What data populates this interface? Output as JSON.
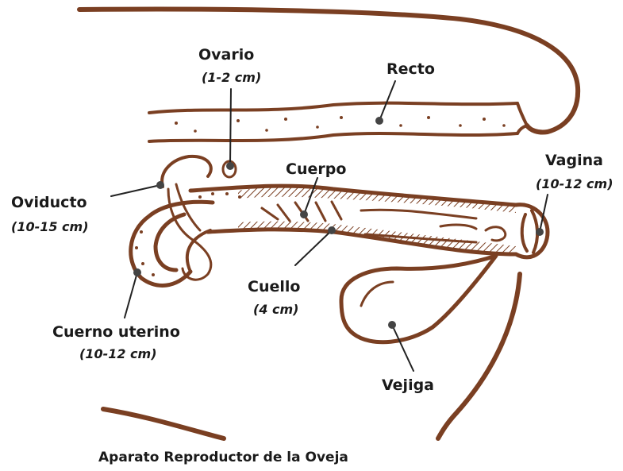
{
  "colors": {
    "outline": "#7a3f22",
    "leader": "#222222",
    "dot": "#444444",
    "text": "#1a1a1a"
  },
  "labels": {
    "ovario": {
      "name": "Ovario",
      "size": "(1-2 cm)"
    },
    "recto": {
      "name": "Recto"
    },
    "oviducto": {
      "name": "Oviducto",
      "size": "(10-15 cm)"
    },
    "cuerpo": {
      "name": "Cuerpo"
    },
    "vagina": {
      "name": "Vagina",
      "size": "(10-12 cm)"
    },
    "cuello": {
      "name": "Cuello",
      "size": "(4 cm)"
    },
    "cuerno_uterino": {
      "name": "Cuerno uterino",
      "size": "(10-12 cm)"
    },
    "vejiga": {
      "name": "Vejiga"
    }
  },
  "caption": "Aparato Reproductor de la Oveja"
}
